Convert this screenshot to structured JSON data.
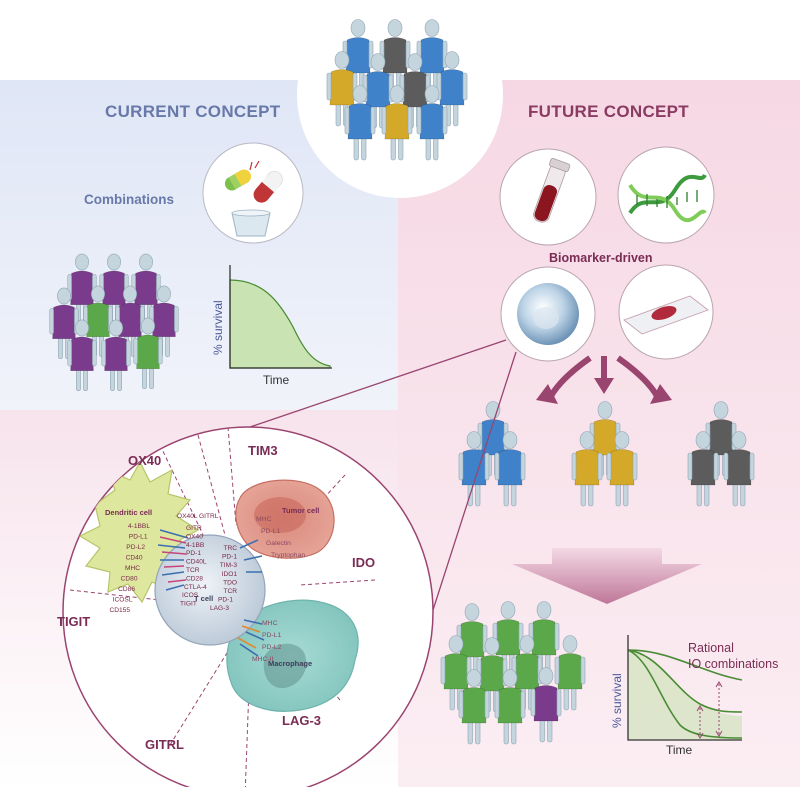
{
  "left_panel": {
    "title": "CURRENT CONCEPT",
    "combinations_label": "Combinations",
    "graph": {
      "ylabel": "% survival",
      "xlabel": "Time"
    }
  },
  "right_panel": {
    "title": "FUTURE CONCEPT",
    "biomarker_label": "Biomarker-driven",
    "graph": {
      "ylabel": "% survival",
      "xlabel": "Time",
      "annotation_line1": "Rational",
      "annotation_line2": "IO combinations"
    }
  },
  "immune_diagram": {
    "sector_labels": {
      "ox40": "OX40",
      "tim3": "TIM3",
      "ido": "IDO",
      "tigit": "TIGIT",
      "gitrl": "GITRL",
      "lag3": "LAG-3"
    },
    "cells": {
      "dendritic": "Dendritic cell",
      "tumor": "Tumor cell",
      "tcell": "T cell",
      "macrophage": "Macrophage"
    },
    "dendritic_ligands": [
      "4-1BBL",
      "PD-L1",
      "PD-L2",
      "CD40",
      "MHC",
      "CD80",
      "CD86",
      "ICOSL",
      "CD155"
    ],
    "dendritic_top_ligands": [
      "OX40L",
      "GITRL"
    ],
    "tcell_left_receptors": [
      "GITR",
      "OX40",
      "4-1BB",
      "PD-1",
      "CD40L",
      "TCR",
      "CD28",
      "CTLA-4",
      "ICOS",
      "TIGIT"
    ],
    "tcell_right_receptors": [
      "TRC",
      "PD-1",
      "TIM-3",
      "IDO1",
      "TDO",
      "TCR",
      "PD-1",
      "LAG-3"
    ],
    "tumor_ligands": [
      "MHC",
      "PD-L1",
      "Galectin",
      "Tryptophan"
    ],
    "macrophage_ligands": [
      "MHC",
      "PD-L1",
      "PD-L2",
      "MHC-II"
    ]
  },
  "colors": {
    "left_bg": "#dfe6f6",
    "right_bg": "#f6dbe6",
    "current_title": "#6879a9",
    "future_title": "#8a3b62",
    "accent_arrow": "#9a4470",
    "blue": "#3f82c9",
    "gray": "#5c5c5c",
    "yellow": "#d4a92a",
    "purple": "#7a3b8c",
    "green": "#5aa84a",
    "curve_fill": "#c9e3b3",
    "curve_line": "#4a8c35",
    "skin": "#c5d5de"
  },
  "icons": [
    "pills-icon",
    "blood-tube-icon",
    "dna-icon",
    "cell-icon",
    "tissue-slide-icon"
  ]
}
